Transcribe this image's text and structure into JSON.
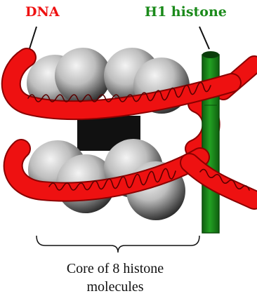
{
  "labels": {
    "dna": "DNA",
    "h1_histone": "H1 histone",
    "core_line1": "Core of 8 histone",
    "core_line2": "molecules"
  },
  "colors": {
    "dna": "#ee1111",
    "dna_dark": "#8a0000",
    "h1": "#1a8a1a",
    "h1_dark": "#0b4d0b",
    "histone_light": "#e6e6e6",
    "histone_dark": "#1a1a1a"
  }
}
